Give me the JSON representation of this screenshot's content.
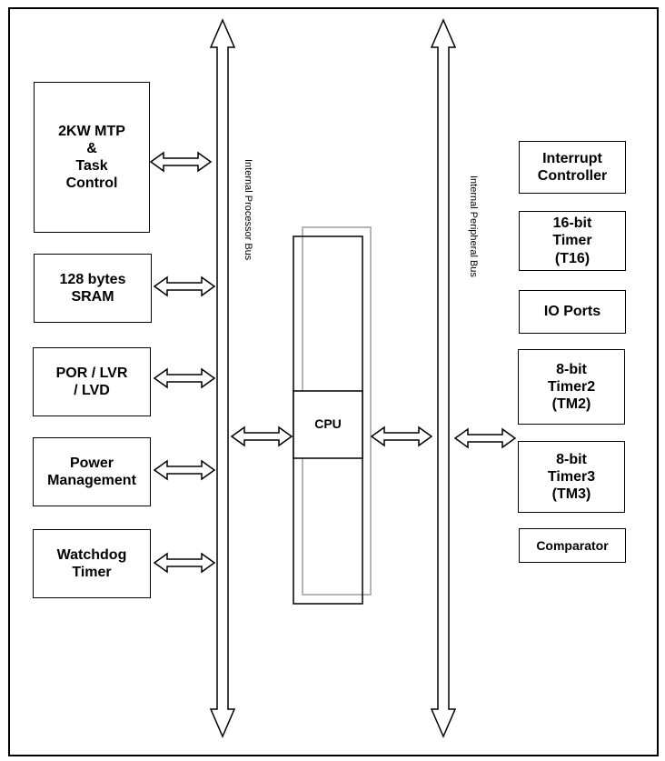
{
  "left_blocks": {
    "mtp": [
      "2KW MTP",
      "&",
      "Task",
      "Control"
    ],
    "sram": [
      "128 bytes",
      "SRAM"
    ],
    "por": [
      "POR / LVR",
      "/ LVD"
    ],
    "power": [
      "Power",
      "Management"
    ],
    "watchdog": [
      "Watchdog",
      "Timer"
    ]
  },
  "right_blocks": {
    "interrupt": [
      "Interrupt",
      "Controller"
    ],
    "timer16": [
      "16-bit",
      "Timer",
      "(T16)"
    ],
    "io": [
      "IO Ports"
    ],
    "timer2": [
      "8-bit",
      "Timer2",
      "(TM2)"
    ],
    "timer3": [
      "8-bit",
      "Timer3",
      "(TM3)"
    ],
    "comparator": [
      "Comparator"
    ]
  },
  "center": {
    "cpu_label": "CPU"
  },
  "buses": {
    "processor_bus_label": "Internal Processor Bus",
    "peripheral_bus_label": "Internal Peripheral Bus"
  }
}
